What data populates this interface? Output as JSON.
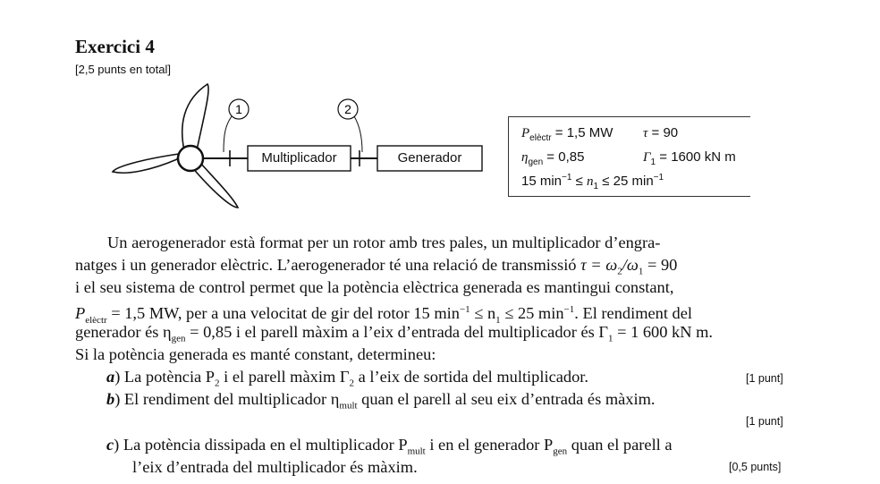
{
  "heading": {
    "title": "Exercici 4",
    "subtitle": "[2,5 punts en total]"
  },
  "diagram": {
    "callout_1": "1",
    "callout_2": "2",
    "box_multiplicador": "Multiplicador",
    "box_generador": "Generador"
  },
  "data_box": {
    "p_elec_sym": "P",
    "p_elec_sub": "elèctr",
    "p_elec_val": " = 1,5 MW",
    "tau_sym": "τ",
    "tau_val": " = 90",
    "eta_sym": "η",
    "eta_sub": "gen",
    "eta_val": " = 0,85",
    "gamma_sym": "Γ",
    "gamma_sub": "1",
    "gamma_val": " = 1600 kN m",
    "range_a": "15 min",
    "range_exp": "−1",
    "range_le": " ≤ ",
    "range_n": "n",
    "range_n_sub": "1",
    "range_b": " ≤ 25 min",
    "range_exp2": "−1"
  },
  "paragraph": {
    "l1": "Un aerogenerador està format per un rotor amb tres pales, un multiplicador d’engra-",
    "l2a": "natges i un generador elèctric. L’aerogenerador té una relació de transmissió ",
    "l2b": "τ = ω",
    "l2c": "2",
    "l2d": "/ω",
    "l2e": "1",
    "l2f": " = 90",
    "l3": "i el seu sistema de control permet que la potència elèctrica generada es mantingui constant,",
    "l4a": "P",
    "l4b": "elèctr",
    "l4c": " = 1,5 MW, per a una velocitat de gir del rotor 15 min",
    "l4d": "−1",
    "l4e": " ≤ n",
    "l4f": "1",
    "l4g": " ≤ 25 min",
    "l4h": "−1",
    "l4i": ". El rendiment del",
    "l5a": "generador és η",
    "l5b": "gen",
    "l5c": " = 0,85 i el parell màxim a l’eix d’entrada del multiplicador és Γ",
    "l5d": "1",
    "l5e": " = 1 600 kN m.",
    "l6": "Si la potència generada es manté constant, determineu:"
  },
  "items": {
    "a_letter": "a",
    "a_paren": ")",
    "a_text1": " La potència P",
    "a_sub1": "2",
    "a_text2": " i el parell màxim Γ",
    "a_sub2": "2",
    "a_text3": " a l’eix de sortida del multiplicador.",
    "a_points": "[1 punt]",
    "b_letter": "b",
    "b_paren": ")",
    "b_text1": " El rendiment del multiplicador η",
    "b_sub1": "mult",
    "b_text2": " quan el parell al seu eix d’entrada és màxim.",
    "b_points": "[1 punt]",
    "c_letter": "c",
    "c_paren": ")",
    "c_text1": " La potència dissipada en el multiplicador P",
    "c_sub1": "mult",
    "c_text2": " i en el generador P",
    "c_sub2": "gen",
    "c_text3": " quan el parell a",
    "c_text4": "l’eix d’entrada del multiplicador és màxim.",
    "c_points": "[0,5 punts]"
  }
}
